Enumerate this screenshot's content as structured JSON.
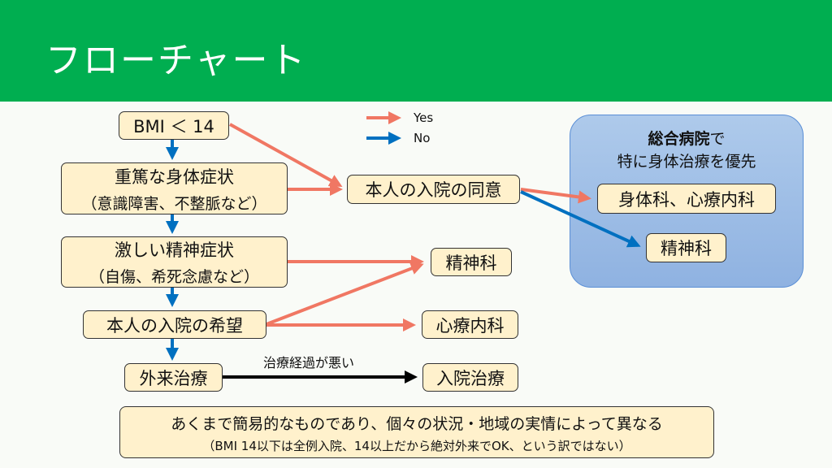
{
  "header": {
    "title": "フローチャート"
  },
  "colors": {
    "header_bg": "#00ae50",
    "yes": "#f07763",
    "no": "#0070c0",
    "node_fill": "#fff1cc",
    "panel_fill": "#9fbfe6"
  },
  "legend": {
    "yes_label": "Yes",
    "no_label": "No"
  },
  "nodes": {
    "bmi": "BMI ＜ 14",
    "physical_line1": "重篤な身体症状",
    "physical_line2": "（意識障害、不整脈など）",
    "psychiatric_line1": "激しい精神症状",
    "psychiatric_line2": "（自傷、希死念慮など）",
    "wish": "本人の入院の希望",
    "outpatient": "外来治療",
    "consent": "本人の入院の同意",
    "psychiatry": "精神科",
    "psychosomatic": "心療内科",
    "inpatient": "入院治療"
  },
  "edge_labels": {
    "worsening": "治療経過が悪い"
  },
  "hospital_panel": {
    "title_bold": "総合病院",
    "title_rest": "で",
    "subtitle": "特に身体治療を優先",
    "node_physical_psychosomatic": "身体科、心療内科",
    "node_psychiatry": "精神科"
  },
  "note": {
    "line1": "あくまで簡易的なものであり、個々の状況・地域の実情によって異なる",
    "line2": "（BMI 14以下は全例入院、14以上だから絶対外来でOK、という訳ではない）"
  }
}
